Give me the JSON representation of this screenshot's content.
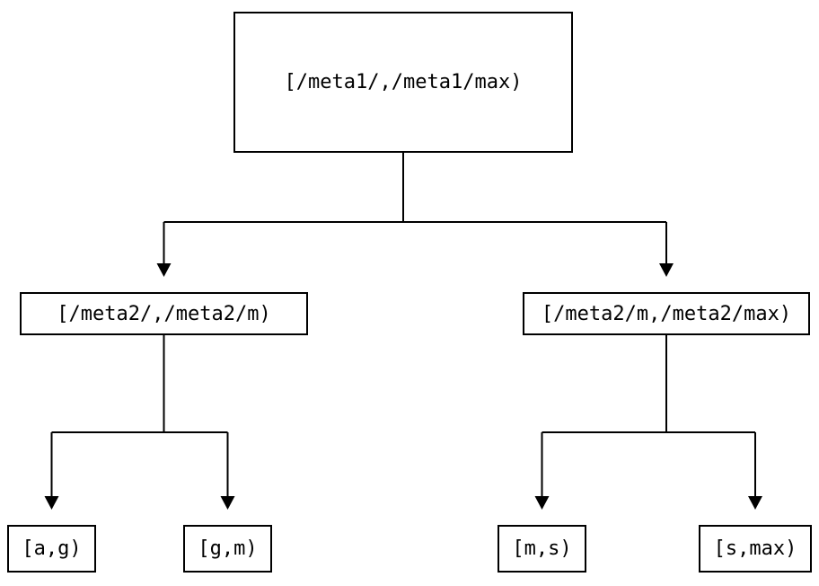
{
  "tree": {
    "root": {
      "label": "[/meta1/,/meta1/max)"
    },
    "level2": [
      {
        "id": "meta2-left",
        "label": "[/meta2/,/meta2/m)"
      },
      {
        "id": "meta2-right",
        "label": "[/meta2/m,/meta2/max)"
      }
    ],
    "leaves": [
      {
        "id": "a-g",
        "label": "[a,g)"
      },
      {
        "id": "g-m",
        "label": "[g,m)"
      },
      {
        "id": "m-s",
        "label": "[m,s)"
      },
      {
        "id": "s-max",
        "label": "[s,max)"
      }
    ]
  },
  "colors": {
    "background": "#ffffff",
    "node_fill": "#ffffff",
    "node_border": "#000000",
    "line": "#000000",
    "text": "#000000"
  }
}
